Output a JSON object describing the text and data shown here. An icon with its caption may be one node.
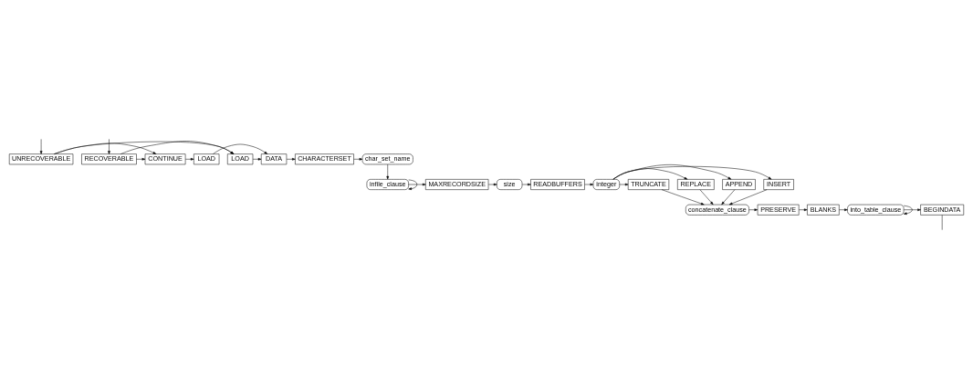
{
  "diagram": {
    "nodes": [
      {
        "text": [
          "UNRECOVERABLE"
        ]
      },
      {
        "text": [
          "RECOVERABLE"
        ]
      },
      {
        "text": [
          "LOAD"
        ]
      },
      {
        "text": [
          "CONTINUE"
        ]
      },
      {
        "text": [
          "LOAD"
        ]
      },
      {
        "text": [
          "DATA"
        ]
      },
      {
        "text": [
          "CHARACTERSET"
        ]
      },
      {
        "text": [
          "char_set_name"
        ]
      },
      {
        "text": [
          "infile_clause"
        ]
      },
      {
        "text": [
          "MAXRECORDSIZE"
        ]
      },
      {
        "text": [
          "size"
        ]
      },
      {
        "text": [
          "READBUFFERS"
        ]
      },
      {
        "text": [
          "integer"
        ]
      },
      {
        "text": [
          "INSERT"
        ]
      },
      {
        "text": [
          "APPEND"
        ]
      },
      {
        "text": [
          "REPLACE"
        ]
      },
      {
        "text": [
          "TRUNCATE"
        ]
      },
      {
        "text": [
          "concatenate_clause"
        ]
      },
      {
        "text": [
          "PRESERVE"
        ]
      },
      {
        "text": [
          "BLANKS"
        ]
      },
      {
        "text": [
          "into_table_clause"
        ]
      },
      {
        "text": [
          "BEGINDATA"
        ]
      }
    ],
    "edges": [
      {
        "from": null,
        "to": 0,
        "arrow": "to"
      },
      {
        "from": null,
        "to": 1,
        "arrow": "to"
      },
      {
        "from": 0,
        "to": 2,
        "arrow": "to"
      },
      {
        "from": 0,
        "to": 3,
        "arrow": "to"
      },
      {
        "from": 1,
        "to": 2,
        "arrow": "to"
      },
      {
        "from": 1,
        "to": 3,
        "arrow": "to"
      },
      {
        "from": 3,
        "to": 4,
        "arrow": "to"
      },
      {
        "from": 2,
        "to": 5,
        "arrow": "to"
      },
      {
        "from": 4,
        "to": 5,
        "arrow": "to"
      },
      {
        "from": 5,
        "to": 6,
        "arrow": "to"
      },
      {
        "from": 6,
        "to": 7,
        "arrow": "to"
      },
      {
        "from": 7,
        "to": 8,
        "arrow": "to"
      },
      {
        "from": 8,
        "to": 8,
        "arrow": "to"
      },
      {
        "from": 8,
        "to": 9,
        "arrow": "to"
      },
      {
        "from": 9,
        "to": 10,
        "arrow": "to"
      },
      {
        "from": 10,
        "to": 11,
        "arrow": "to"
      },
      {
        "from": 11,
        "to": 12,
        "arrow": "to"
      },
      {
        "from": 12,
        "to": 13,
        "arrow": "to"
      },
      {
        "from": 12,
        "to": 14,
        "arrow": "to"
      },
      {
        "from": 12,
        "to": 15,
        "arrow": "to"
      },
      {
        "from": 12,
        "to": 16,
        "arrow": "to"
      },
      {
        "from": 13,
        "to": 17,
        "arrow": "to"
      },
      {
        "from": 14,
        "to": 17,
        "arrow": "to"
      },
      {
        "from": 15,
        "to": 17,
        "arrow": "to"
      },
      {
        "from": 16,
        "to": 17,
        "arrow": "to"
      },
      {
        "from": 17,
        "to": 18,
        "arrow": "to"
      },
      {
        "from": 18,
        "to": 19,
        "arrow": "to"
      },
      {
        "from": 19,
        "to": 20,
        "arrow": "to"
      },
      {
        "from": 20,
        "to": 20,
        "arrow": "to"
      },
      {
        "from": 20,
        "to": 21,
        "arrow": "to"
      },
      {
        "from": 21,
        "to": null,
        "arrow": "none"
      }
    ]
  }
}
